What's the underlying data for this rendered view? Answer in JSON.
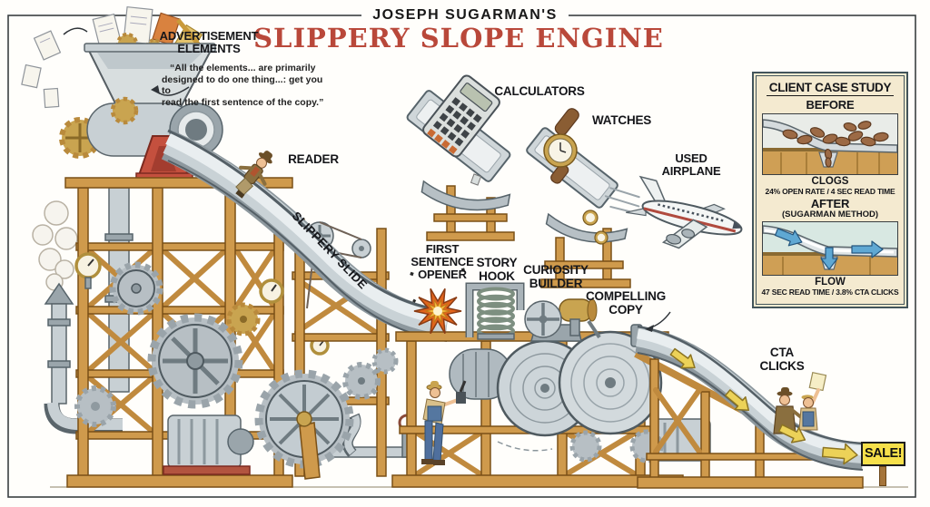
{
  "header": {
    "kicker": "JOSEPH SUGARMAN'S",
    "title": "SLIPPERY SLOPE ENGINE"
  },
  "labels": {
    "advertisement_elements": "ADVERTISEMENT ELEMENTS",
    "quote_lines": [
      "“All the elements... are primarily",
      "designed to do one thing...: get you to",
      "read the first sentence of the copy.”"
    ],
    "reader": "READER",
    "slippery_slide": "SLIPPERY SLIDE",
    "calculators": "CALCULATORS",
    "watches": "WATCHES",
    "used_airplane": "USED AIRPLANE",
    "first_sentence_opener": "FIRST SENTENCE OPENER",
    "story_hook": "STORY HOOK",
    "curiosity_builder": "CURIOSITY BUILDER",
    "compelling_copy": "COMPELLING COPY",
    "cta_clicks": "CTA CLICKS",
    "sale_sign": "SALE!"
  },
  "case_study": {
    "title": "CLIENT CASE STUDY",
    "before": {
      "heading": "BEFORE",
      "caption": "CLOGS",
      "stats": "24% OPEN RATE / 4 SEC READ TIME"
    },
    "after": {
      "heading": "AFTER",
      "subheading": "(SUGARMAN METHOD)",
      "caption": "FLOW",
      "stats": "47 SEC READ TIME / 3.8% CTA CLICKS"
    }
  },
  "colors": {
    "title_red": "#b9483a",
    "label_ink": "#15161a",
    "wood": "#cf9a4c",
    "metal": "#c8d0d4",
    "arrow_yellow": "#ecd258",
    "sale_yellow": "#f6e04b",
    "panel_bg": "#f4ead0",
    "panel_border": "#42555c",
    "flow_blue": "#5fa8d3",
    "clog_brown": "#9c6a45",
    "explosion_orange": "#e2641c"
  }
}
